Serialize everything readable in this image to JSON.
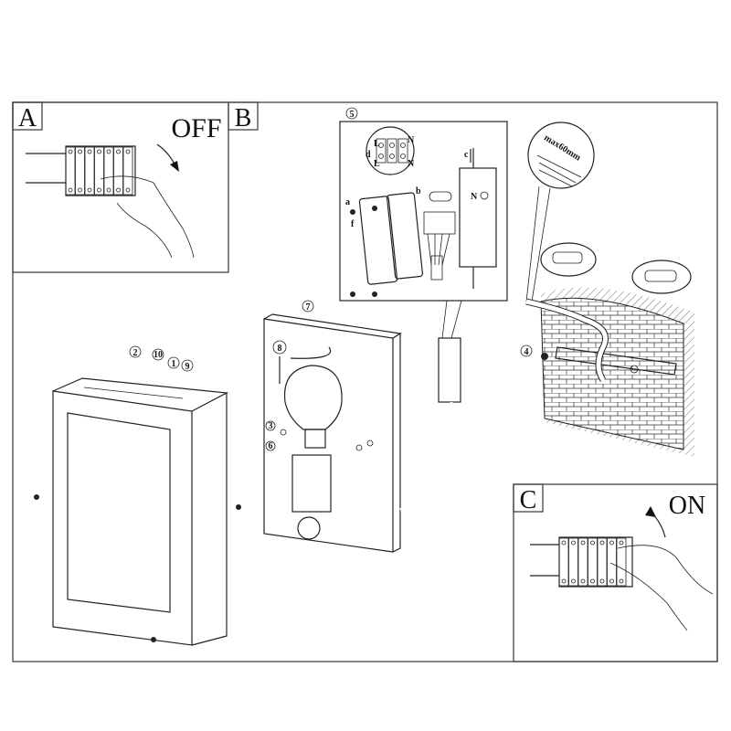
{
  "panels": {
    "a": {
      "letter": "A",
      "action": "OFF"
    },
    "b": {
      "letter": "B"
    },
    "c": {
      "letter": "C",
      "action": "ON"
    }
  },
  "steps": {
    "s1": "1",
    "s2": "2",
    "s3": "3",
    "s4": "4",
    "s5": "5",
    "s6": "6",
    "s7": "7",
    "s8": "8",
    "s9": "9",
    "s10": "10"
  },
  "junction_box": {
    "sub_labels": {
      "a": "a",
      "b": "b",
      "c": "c",
      "d": "d",
      "f": "f"
    },
    "terminal_labels": {
      "l_top": "L",
      "l_bottom": "L",
      "n_top": "N",
      "n_bottom": "N",
      "n_box": "N"
    }
  },
  "cable_callout": {
    "strip_length": "max60mm"
  }
}
